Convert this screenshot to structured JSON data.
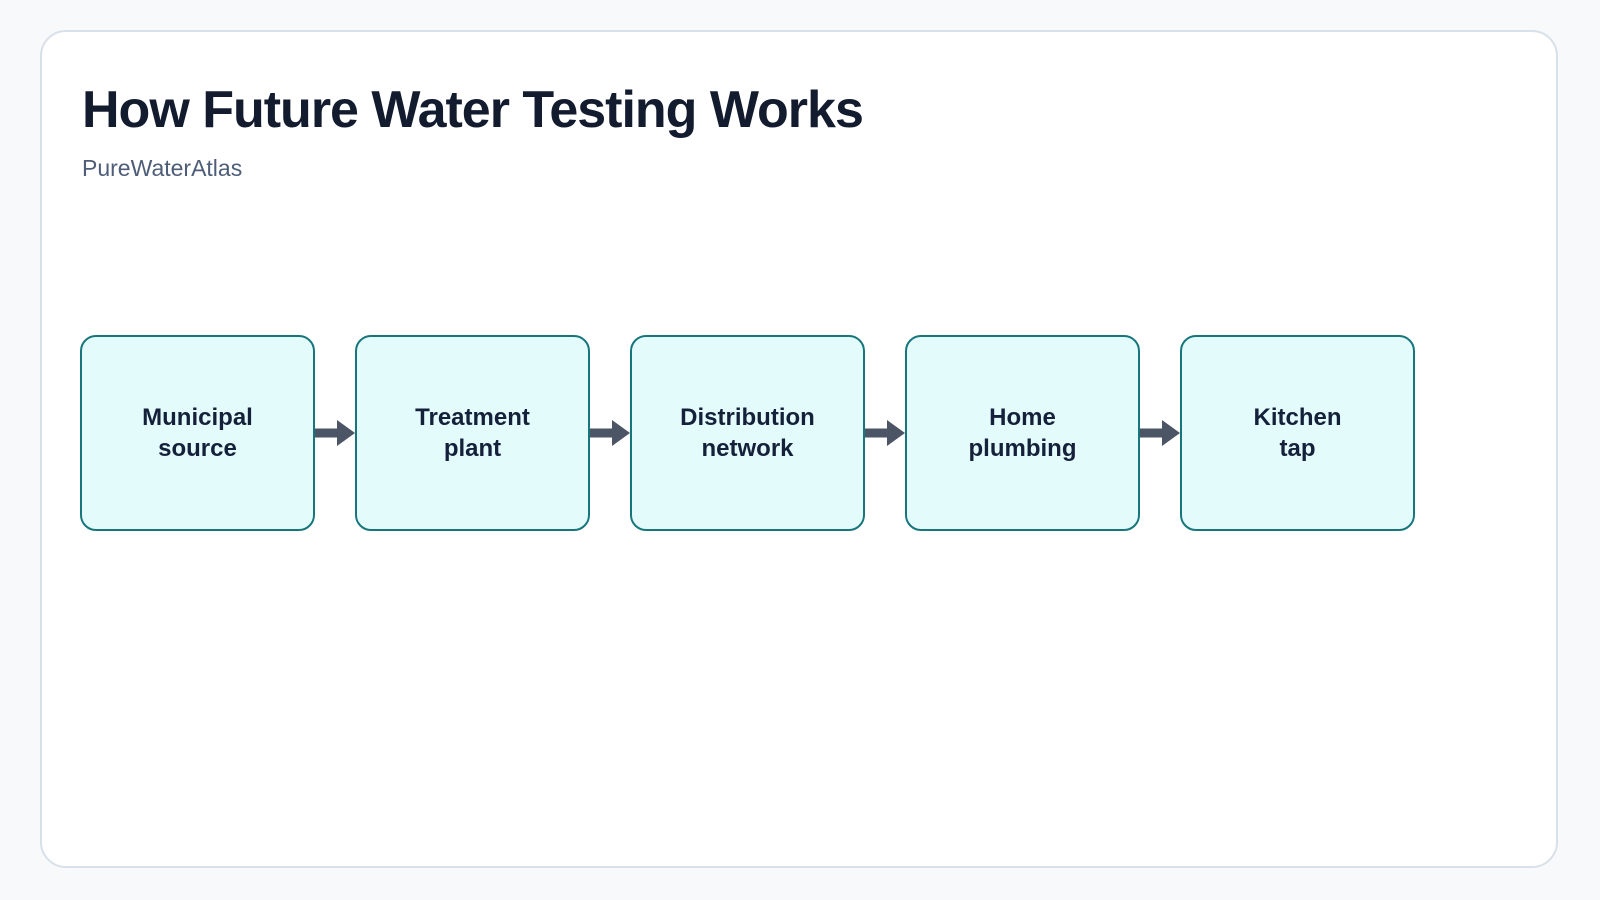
{
  "card": {
    "title": "How Future Water Testing Works",
    "subtitle": "PureWaterAtlas"
  },
  "flow": {
    "steps": [
      {
        "label": "Municipal source",
        "lines": [
          "Municipal",
          "source"
        ]
      },
      {
        "label": "Treatment plant",
        "lines": [
          "Treatment",
          "plant"
        ]
      },
      {
        "label": "Distribution network",
        "lines": [
          "Distribution",
          "network"
        ]
      },
      {
        "label": "Home plumbing",
        "lines": [
          "Home",
          "plumbing"
        ]
      },
      {
        "label": "Kitchen tap",
        "lines": [
          "Kitchen",
          "tap"
        ]
      }
    ],
    "arrow_icon": "arrow-right"
  },
  "colors": {
    "page_bg": "#f7f9fb",
    "card_bg": "#ffffff",
    "card_border": "#d8e0e9",
    "box_fill": "#e4fbfc",
    "box_border": "#17767c",
    "box_text": "#15213a",
    "title_text": "#131b2e",
    "subtitle_text": "#4e5d78",
    "arrow": "#4b5566"
  }
}
